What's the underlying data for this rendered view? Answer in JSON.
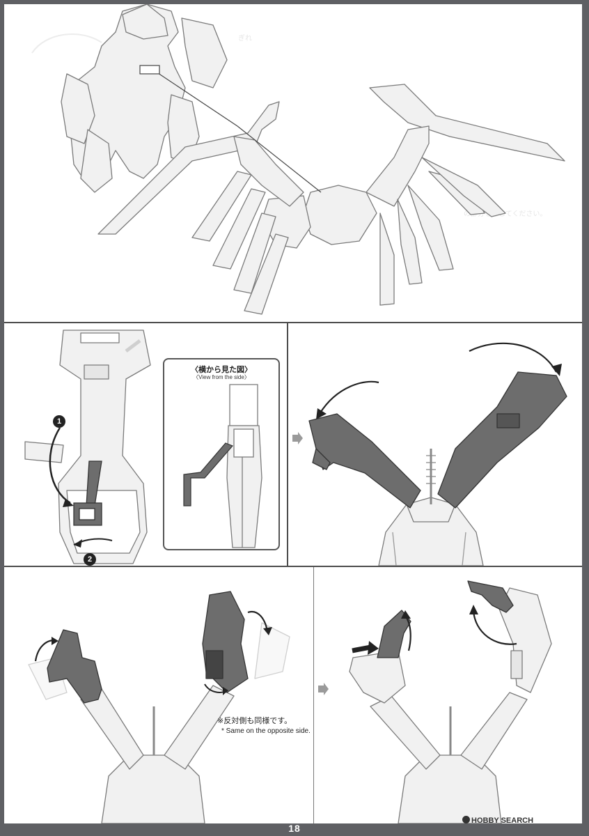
{
  "inset": {
    "title_jp": "〈横から見た図〉",
    "title_en": "〈View from the side〉"
  },
  "badges": [
    "1",
    "2"
  ],
  "note": {
    "jp": "※反対側も同様です。",
    "en": "* Same on the opposite side."
  },
  "page_number": "18",
  "watermark": "HOBBY SEARCH",
  "ghost_text": {
    "one": "ぎれ",
    "two": "の部分を外してください。"
  },
  "colors": {
    "frame": "#5f6064",
    "paper": "#ffffff",
    "part_light": "#f1f1f1",
    "part_dark": "#6d6d6d",
    "line": "#555555"
  }
}
